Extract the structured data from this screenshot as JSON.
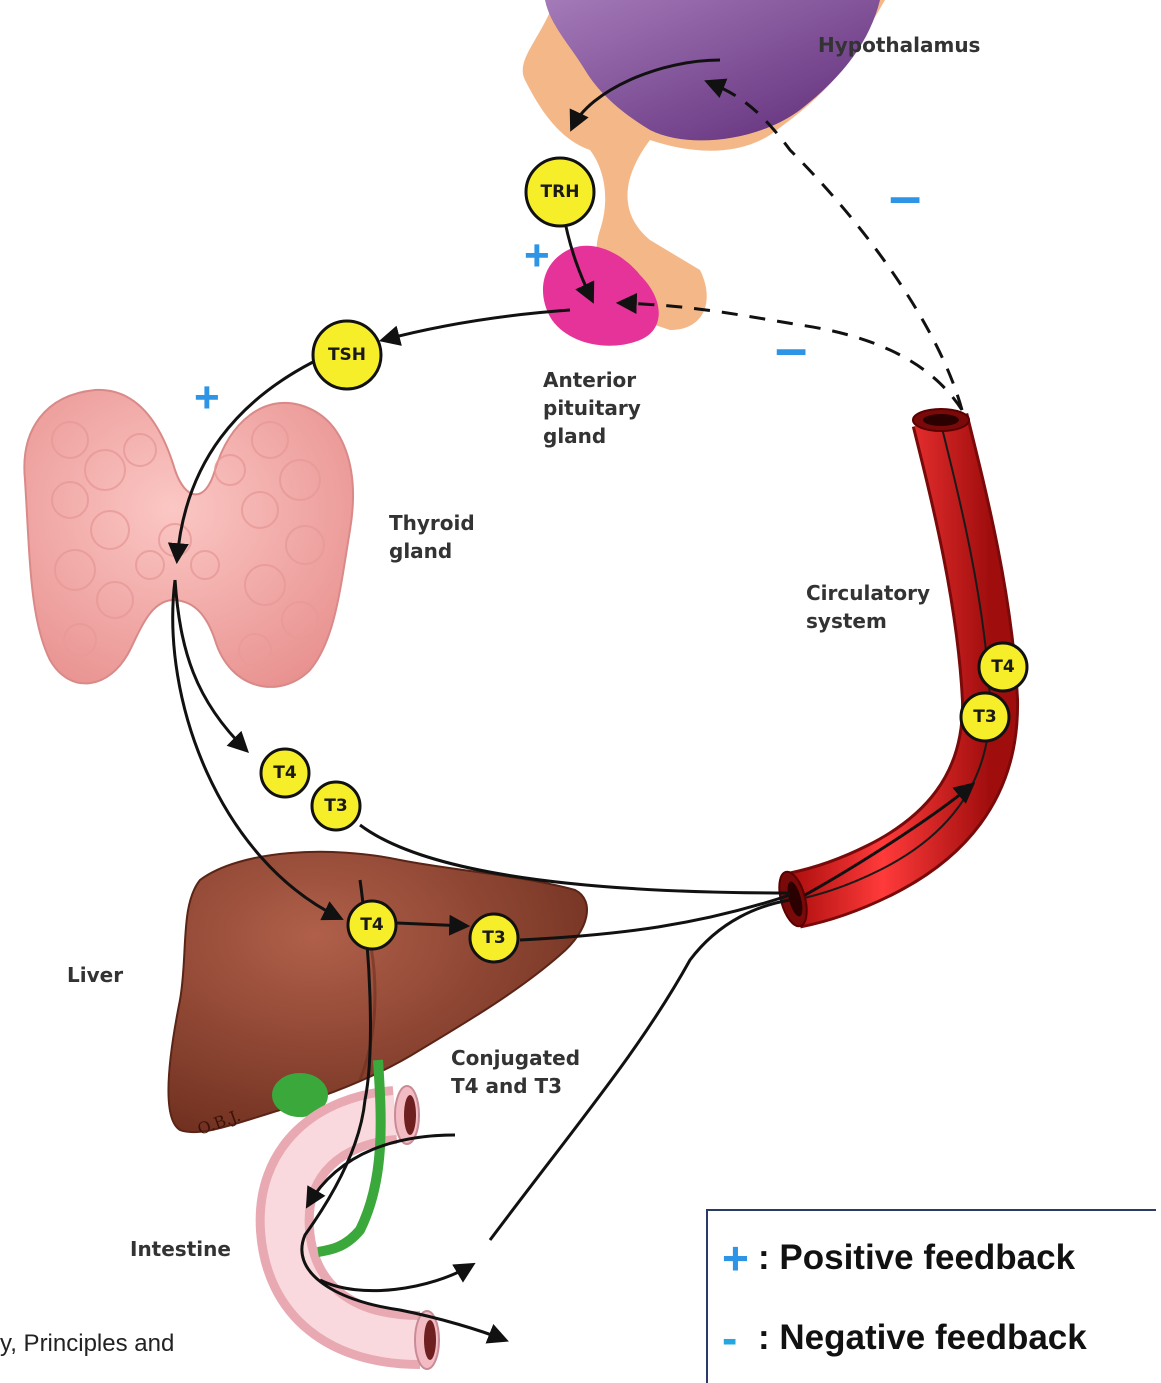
{
  "labels": {
    "hypothalamus": "Hypothalamus",
    "anterior_pituitary": [
      "Anterior",
      "pituitary",
      "gland"
    ],
    "thyroid": [
      "Thyroid",
      "gland"
    ],
    "circulatory": [
      "Circulatory",
      "system"
    ],
    "liver": "Liver",
    "conjugated": [
      "Conjugated",
      "T4 and T3"
    ],
    "intestine": "Intestine"
  },
  "hormones": {
    "trh": "TRH",
    "tsh": "TSH",
    "t4": "T4",
    "t3": "T3"
  },
  "signs": {
    "plus": "+",
    "minus": "–"
  },
  "legend": {
    "positive_symbol": "+",
    "positive_label": ": Positive feedback",
    "negative_symbol": "-",
    "negative_label": ": Negative feedback"
  },
  "caption": "y, Principles and",
  "colors": {
    "hypothalamus": "#7a3d8f",
    "pituitary": "#e6339a",
    "stalk": "#f2b484",
    "thyroid": "#f2a6a6",
    "liver": "#8b3f2a",
    "vessel": "#e02020",
    "intestine": "#f6c9cf",
    "bile": "#3aa83a",
    "hormone_fill": "#f7ee2a",
    "feedback_sign": "#2e95e6"
  }
}
